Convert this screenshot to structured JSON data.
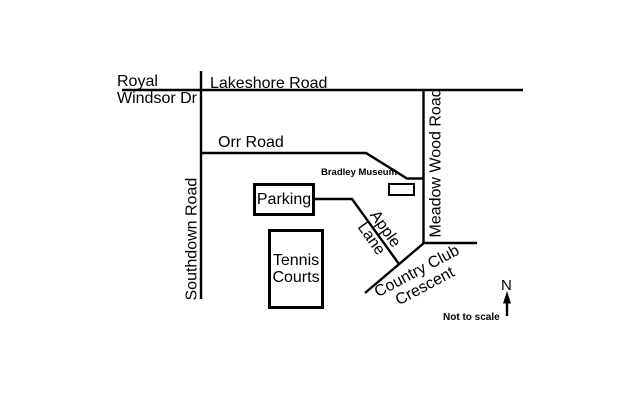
{
  "map": {
    "background_color": "#ffffff",
    "line_color": "#000000",
    "roads": {
      "royal_windsor": {
        "label_line1": "Royal",
        "label_line2": "Windsor Dr"
      },
      "lakeshore": {
        "label": "Lakeshore Road"
      },
      "orr": {
        "label": "Orr Road"
      },
      "southdown": {
        "label": "Southdown Road"
      },
      "meadow_wood": {
        "label": "Meadow Wood Road"
      },
      "apple_lane": {
        "label_line1": "Apple",
        "label_line2": "Lane"
      },
      "country_club": {
        "label_line1": "Country Club",
        "label_line2": "Crescent"
      }
    },
    "places": {
      "bradley_museum": {
        "label": "Bradley Museum"
      },
      "parking": {
        "label": "Parking"
      },
      "tennis_courts": {
        "label_line1": "Tennis",
        "label_line2": "Courts"
      }
    },
    "compass": {
      "north_label": "N"
    },
    "note": "Not to scale"
  }
}
